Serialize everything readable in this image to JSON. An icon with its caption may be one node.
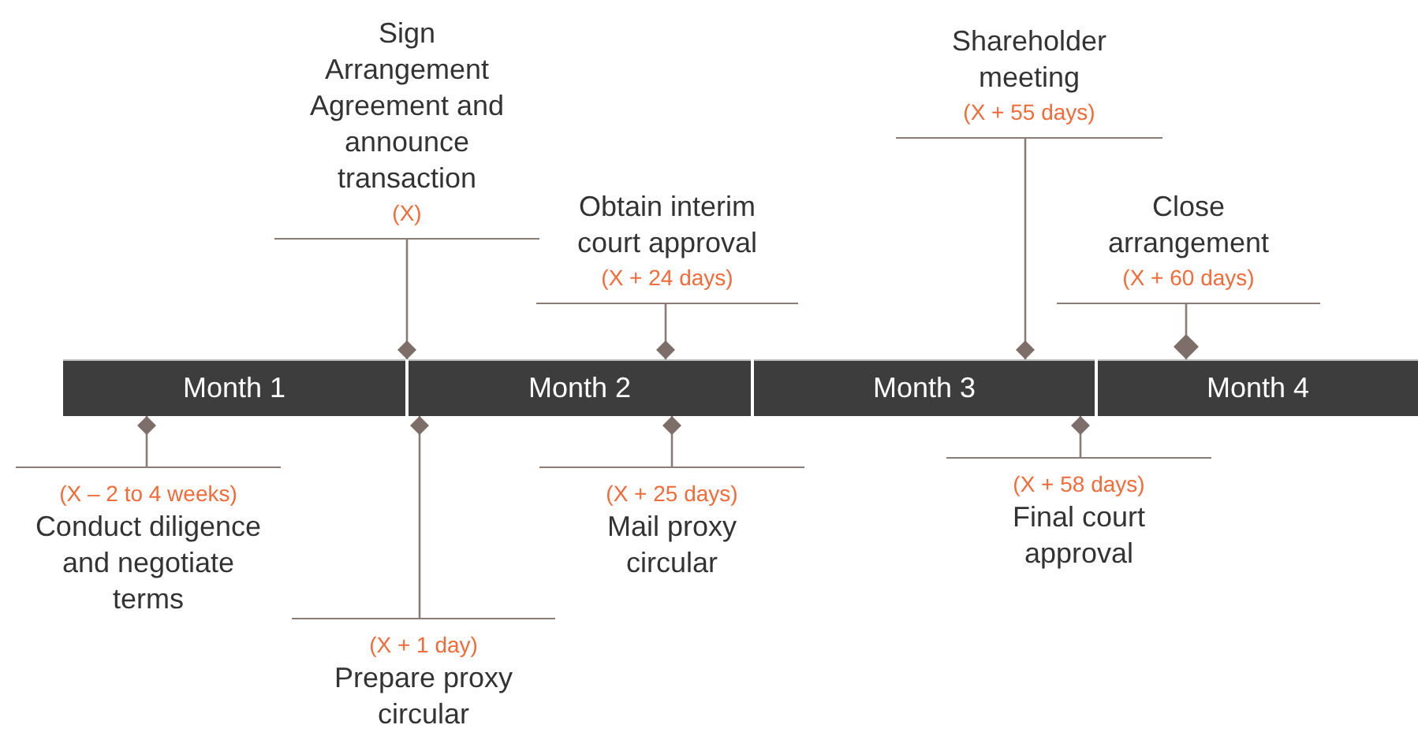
{
  "diagram": {
    "nodes": [
      {
        "text": [
          "Month 1"
        ]
      },
      {
        "text": [
          "Month 2"
        ]
      },
      {
        "text": [
          "Month 3"
        ]
      },
      {
        "text": [
          "Month 4"
        ]
      },
      {
        "text": [
          "Sign Arrangement Agreement and announce transaction",
          "(X)"
        ]
      },
      {
        "text": [
          "Obtain interim court approval",
          "(X + 24 days)"
        ]
      },
      {
        "text": [
          "Shareholder meeting",
          "(X + 55 days)"
        ]
      },
      {
        "text": [
          "Close arrangement",
          "(X + 60 days)"
        ]
      },
      {
        "text": [
          "(X – 2 to 4 weeks)",
          "Conduct diligence and negotiate terms"
        ]
      },
      {
        "text": [
          "(X + 1 day)",
          "Prepare proxy circular"
        ]
      },
      {
        "text": [
          "(X + 25 days)",
          "Mail proxy circular"
        ]
      },
      {
        "text": [
          "(X + 58 days)",
          "Final court approval"
        ]
      }
    ],
    "edges": [
      {
        "from": 4,
        "to": 0,
        "arrow": "other"
      },
      {
        "from": 5,
        "to": 1,
        "arrow": "other"
      },
      {
        "from": 6,
        "to": 2,
        "arrow": "other"
      },
      {
        "from": 7,
        "to": 3,
        "arrow": "other"
      },
      {
        "from": 8,
        "to": 0,
        "arrow": "other"
      },
      {
        "from": 9,
        "to": 1,
        "arrow": "other"
      },
      {
        "from": 10,
        "to": 1,
        "arrow": "other"
      },
      {
        "from": 11,
        "to": 2,
        "arrow": "other"
      }
    ]
  }
}
